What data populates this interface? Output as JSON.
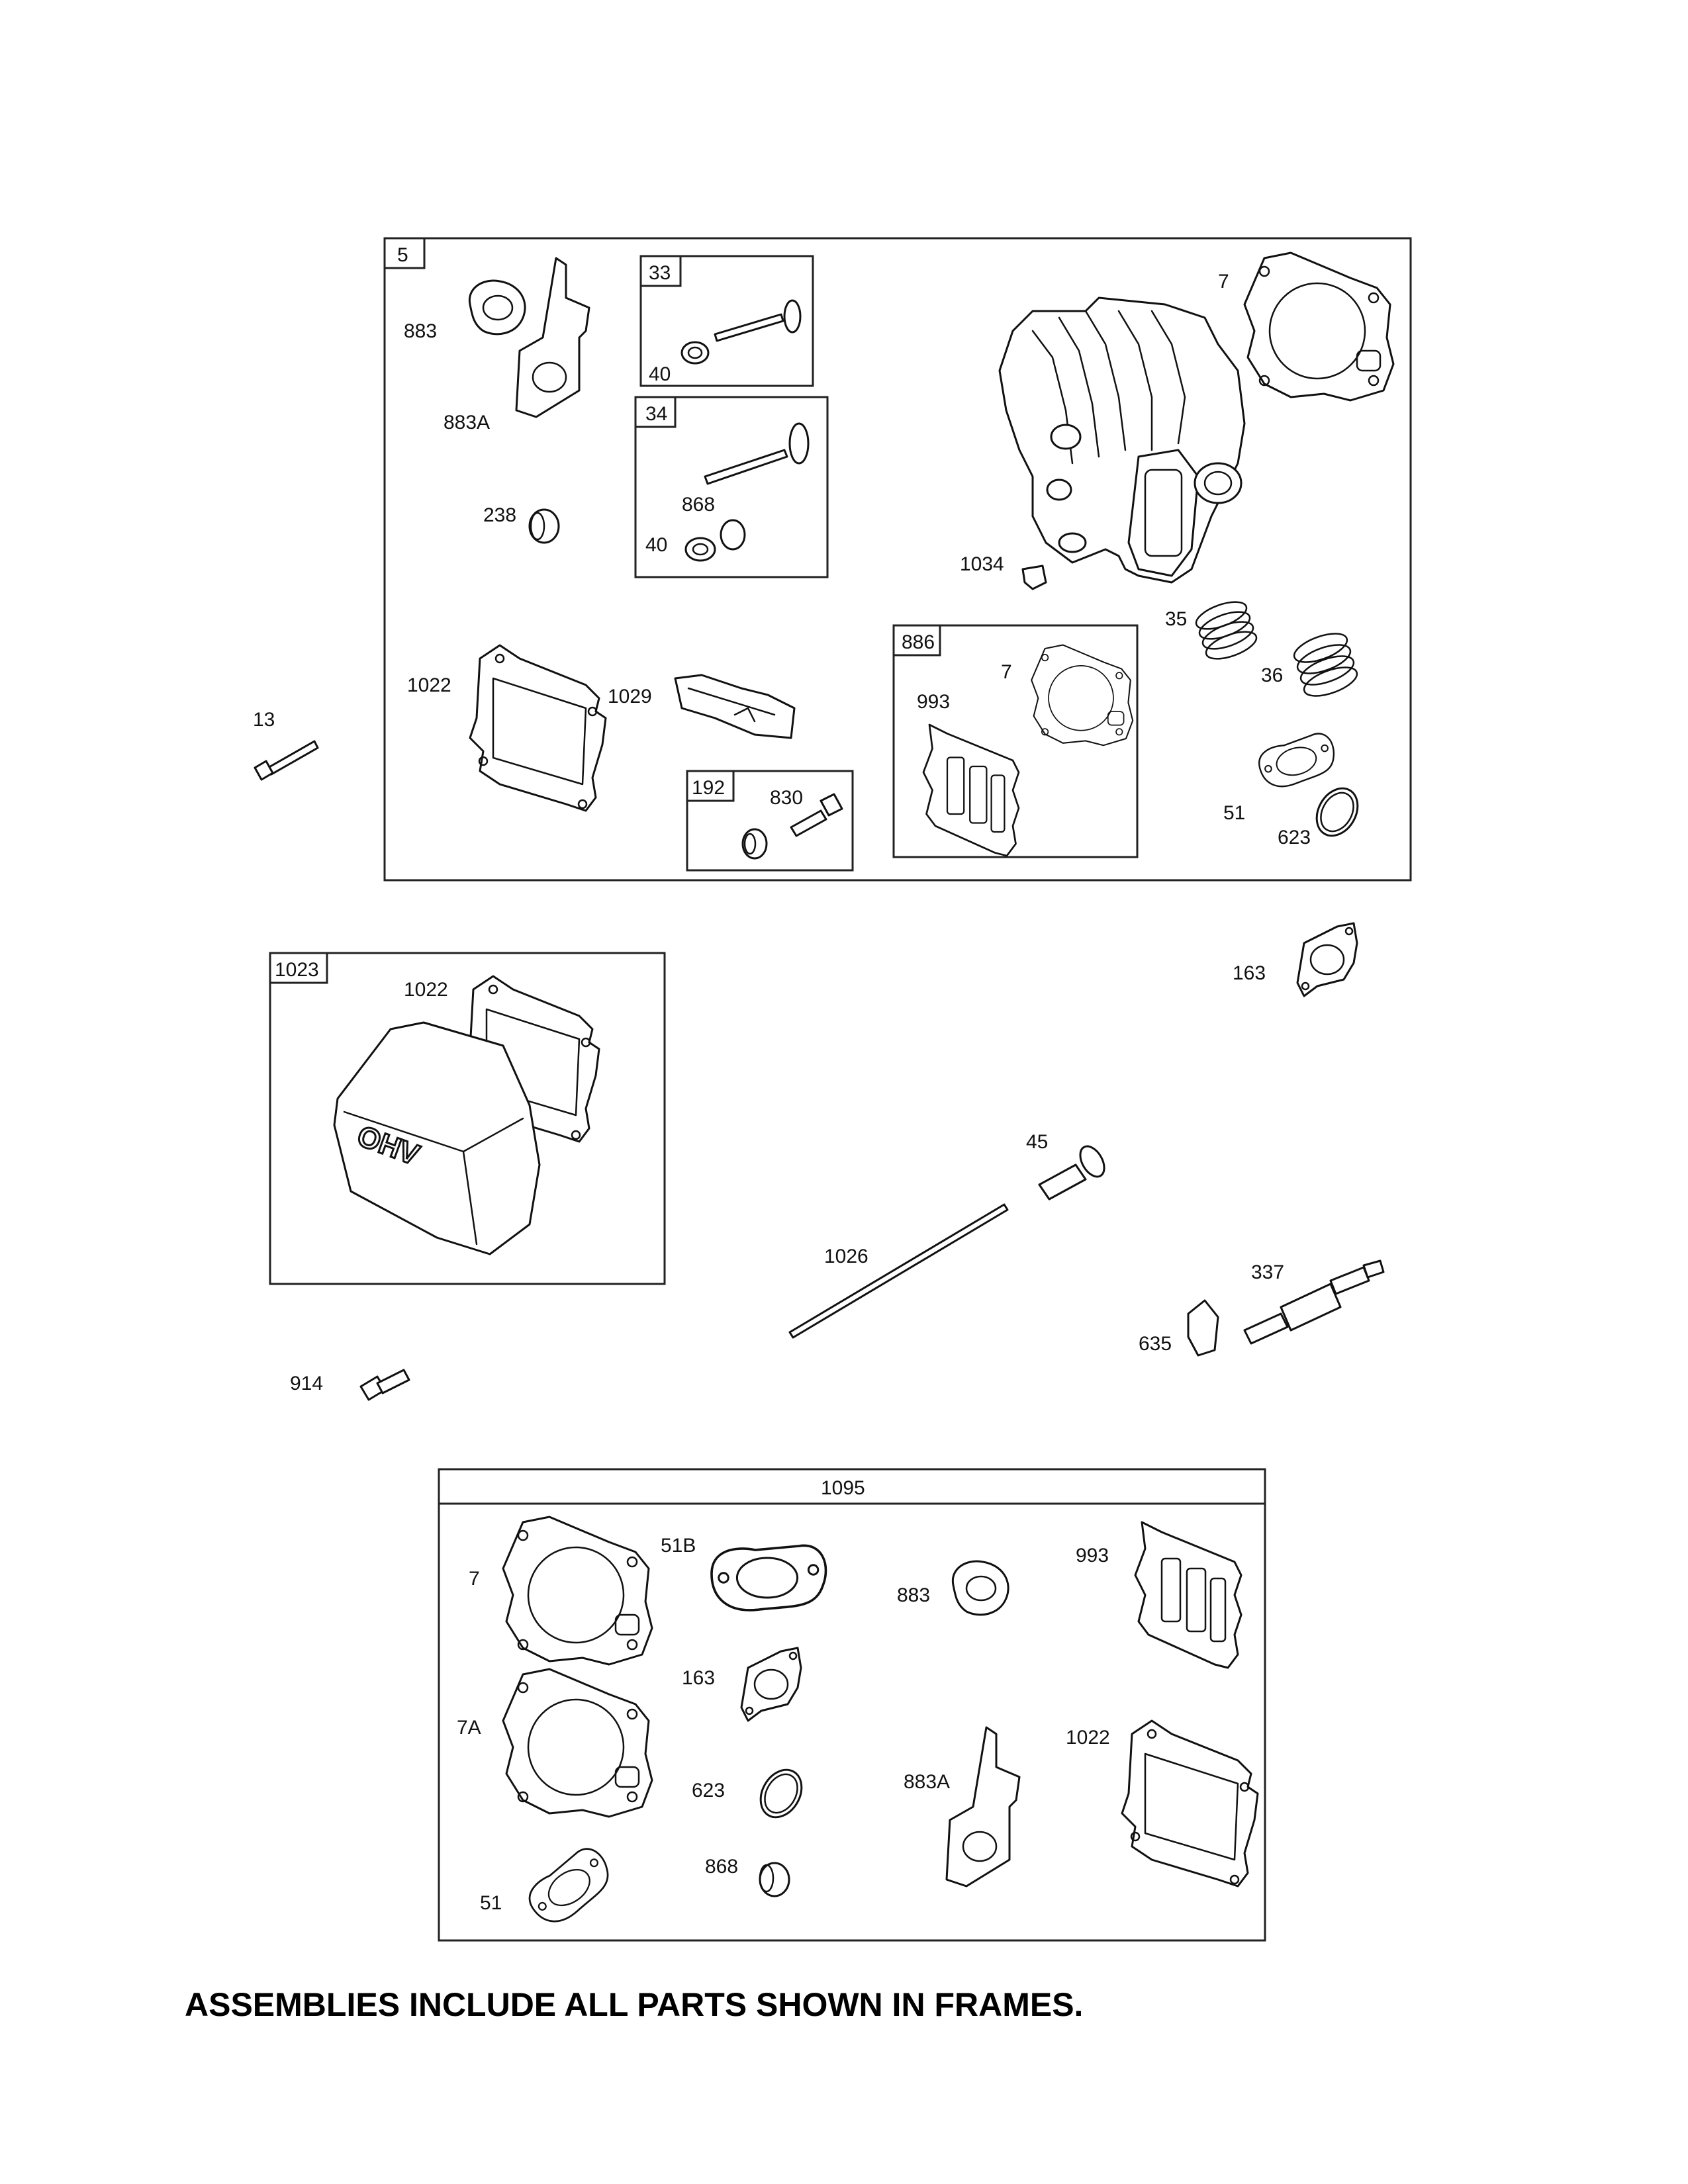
{
  "frames": {
    "f5": "5",
    "f33": "33",
    "f34": "34",
    "f886": "886",
    "f192": "192",
    "f1023": "1023",
    "f1095": "1095"
  },
  "labels": {
    "p883": "883",
    "p883a": "883A",
    "p238": "238",
    "p40a": "40",
    "p868": "868",
    "p40b": "40",
    "p7": "7",
    "p1034": "1034",
    "p35": "35",
    "p36": "36",
    "p1022": "1022",
    "p1029": "1029",
    "p13": "13",
    "p886_7": "7",
    "p993": "993",
    "p830": "830",
    "p51": "51",
    "p623": "623",
    "p1023_1022": "1022",
    "p163": "163",
    "p45": "45",
    "p1026": "1026",
    "p337": "337",
    "p635": "635",
    "p914": "914",
    "k51b": "51B",
    "k7": "7",
    "k883": "883",
    "k993": "993",
    "k163": "163",
    "k7a": "7A",
    "k623": "623",
    "k883a": "883A",
    "k1022": "1022",
    "k868": "868",
    "k51": "51"
  },
  "cover_logo": "OHV",
  "footer_note": "ASSEMBLIES INCLUDE ALL PARTS SHOWN IN FRAMES."
}
